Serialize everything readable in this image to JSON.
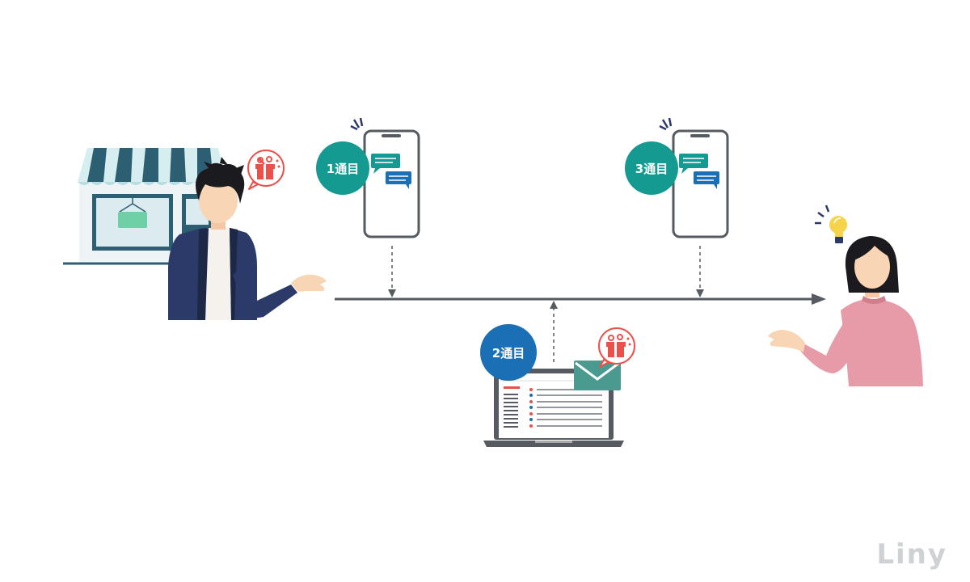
{
  "badges": {
    "first": "1通目",
    "second": "2通目",
    "third": "3通目"
  },
  "brand": "Liny",
  "colors": {
    "teal": "#159a92",
    "blue": "#1a6fb5",
    "navy": "#2b3a68",
    "pink": "#e79aa7",
    "gift_red": "#e9514a",
    "timeline": "#555b61",
    "awning_blue": "#2d5f73",
    "awning_light": "#d6eef0"
  },
  "icons": [
    "store-icon",
    "shopkeeper-icon",
    "gift-icon",
    "smartphone-icon",
    "chat-bubble-icon",
    "laptop-icon",
    "envelope-icon",
    "customer-icon",
    "lightbulb-icon"
  ]
}
